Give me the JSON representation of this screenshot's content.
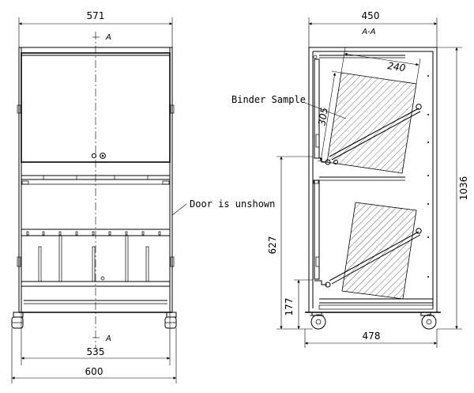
{
  "front_view": {
    "dim_top": "571",
    "dim_inner_bottom": "535",
    "dim_overall_bottom": "600",
    "section_mark_top": "A",
    "section_mark_bottom": "A",
    "door_note": "Door is unshown"
  },
  "side_view": {
    "dim_top": "450",
    "section_title": "A-A",
    "binder_label": "Binder Sample",
    "dim_binder_width": "240",
    "dim_binder_height": "305",
    "dim_overall_height": "1036",
    "dim_shelf_height": "627",
    "dim_bottom_height": "177",
    "dim_bottom_width": "478"
  }
}
